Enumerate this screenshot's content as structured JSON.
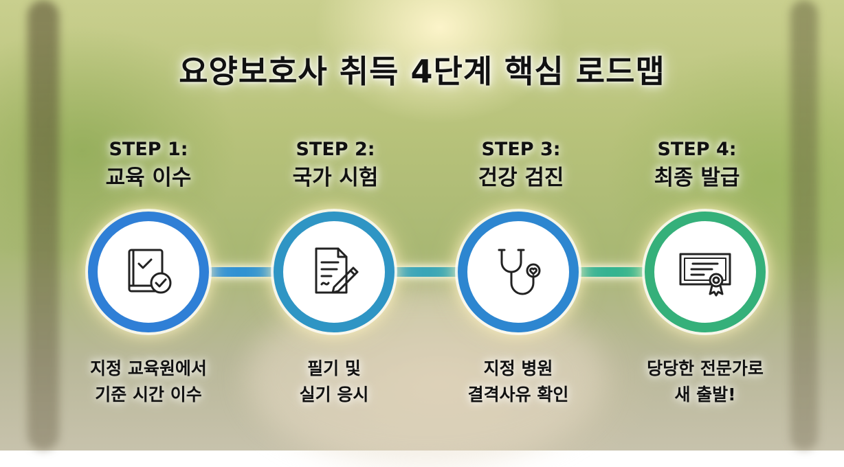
{
  "title": "요양보호사 취득 4단계 핵심 로드맵",
  "steps": [
    {
      "label": "STEP 1:",
      "name": "교육 이수",
      "icon": "book-check-icon",
      "desc_lines": [
        "지정 교육원에서",
        "기준 시간 이수"
      ],
      "color": "#2f7fd6"
    },
    {
      "label": "STEP 2:",
      "name": "국가 시험",
      "icon": "document-pen-icon",
      "desc_lines": [
        "필기 및",
        "실기 응시"
      ],
      "color": "#2f95c4"
    },
    {
      "label": "STEP 3:",
      "name": "건강 검진",
      "icon": "stethoscope-icon",
      "desc_lines": [
        "지정 병원",
        "결격사유 확인"
      ],
      "color": "#2d86d0"
    },
    {
      "label": "STEP 4:",
      "name": "최종 발급",
      "icon": "certificate-icon",
      "desc_lines": [
        "당당한 전문가로",
        "새 출발!"
      ],
      "color": "#35b07a"
    }
  ]
}
